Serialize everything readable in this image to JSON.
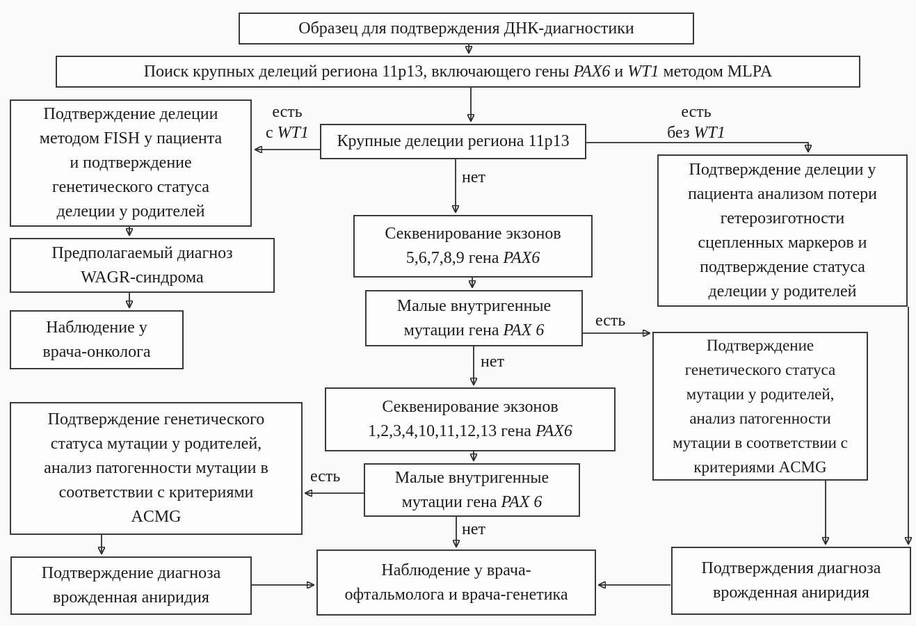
{
  "figure_type": "flowchart",
  "language": "ru",
  "colors": {
    "background": "#fafafa",
    "node_background": "#fdfdfd",
    "node_border": "#3a3a3a",
    "line": "#2e2e2e",
    "text": "#1d1d1d"
  },
  "nodes": {
    "sample": {
      "segments": [
        {
          "text": "Образец для подтверждения ДНК-диагностики"
        }
      ]
    },
    "mlpa_search": {
      "segments": [
        {
          "text": "Поиск крупных делеций региона 11p13, включающего гены "
        },
        {
          "text": "PAX6",
          "italic": true
        },
        {
          "text": " и "
        },
        {
          "text": "WT1",
          "italic": true
        },
        {
          "text": " методом MLPA"
        }
      ]
    },
    "large_deletions": {
      "segments": [
        {
          "text": "Крупные делеции региона 11p13"
        }
      ]
    },
    "fish_confirmation": {
      "segments": [
        {
          "text": "Подтверждение делеции\nметодом FISH у пациента\nи подтверждение\nгенетического статуса\nделеции у родителей"
        }
      ]
    },
    "wagr_diagnosis": {
      "segments": [
        {
          "text": "Предполагаемый диагноз\nWAGR-синдрома"
        }
      ]
    },
    "oncologist_followup": {
      "segments": [
        {
          "text": "Наблюдение у\nврача-онколога"
        }
      ]
    },
    "loh_confirmation": {
      "segments": [
        {
          "text": "Подтверждение делеции у\nпациента анализом потери\nгетерозиготности\nсцепленных маркеров и\nподтверждение статуса\nделеции у родителей"
        }
      ]
    },
    "sequencing_exons_5_9": {
      "segments": [
        {
          "text": "Секвенирование экзонов\n5,6,7,8,9 гена "
        },
        {
          "text": "PAX6",
          "italic": true
        }
      ]
    },
    "small_mutations_first": {
      "segments": [
        {
          "text": "Малые внутригенные\nмутации гена "
        },
        {
          "text": "PAX 6",
          "italic": true
        }
      ]
    },
    "acmg_right": {
      "segments": [
        {
          "text": "Подтверждение\nгенетического статуса\nмутации у родителей,\nанализ патогенности\nмутации в соответствии с\nкритериями ACMG"
        }
      ]
    },
    "sequencing_exons_1_13": {
      "segments": [
        {
          "text": "Секвенирование экзонов\n1,2,3,4,10,11,12,13 гена "
        },
        {
          "text": "PAX6",
          "italic": true
        }
      ]
    },
    "small_mutations_second": {
      "segments": [
        {
          "text": "Малые внутригенные\nмутации гена "
        },
        {
          "text": "PAX 6",
          "italic": true
        }
      ]
    },
    "acmg_left": {
      "segments": [
        {
          "text": "Подтверждение генетического\nстатуса мутации у родителей,\nанализ патогенности мутации в\nсоответствии с критериями\nACMG"
        }
      ]
    },
    "aniridia_confirmed_left": {
      "segments": [
        {
          "text": "Подтверждение диагноза\nврожденная аниридия"
        }
      ]
    },
    "ophthalmologist_followup": {
      "segments": [
        {
          "text": "Наблюдение у врача-\nофтальмолога и врача-генетика"
        }
      ]
    },
    "aniridia_confirmed_right": {
      "segments": [
        {
          "text": "Подтверждения диагноза\nврожденная аниридия"
        }
      ]
    }
  },
  "edge_labels": {
    "with_wt1": {
      "segments": [
        {
          "text": "есть\nс "
        },
        {
          "text": "WT1",
          "italic": true
        }
      ]
    },
    "without_wt1": {
      "segments": [
        {
          "text": "есть\nбез "
        },
        {
          "text": "WT1",
          "italic": true
        }
      ]
    },
    "no_after_deletions": "нет",
    "yes_after_first_screen": "есть",
    "no_after_first_screen": "нет",
    "yes_after_second_screen": "есть",
    "no_after_second_screen": "нет"
  }
}
